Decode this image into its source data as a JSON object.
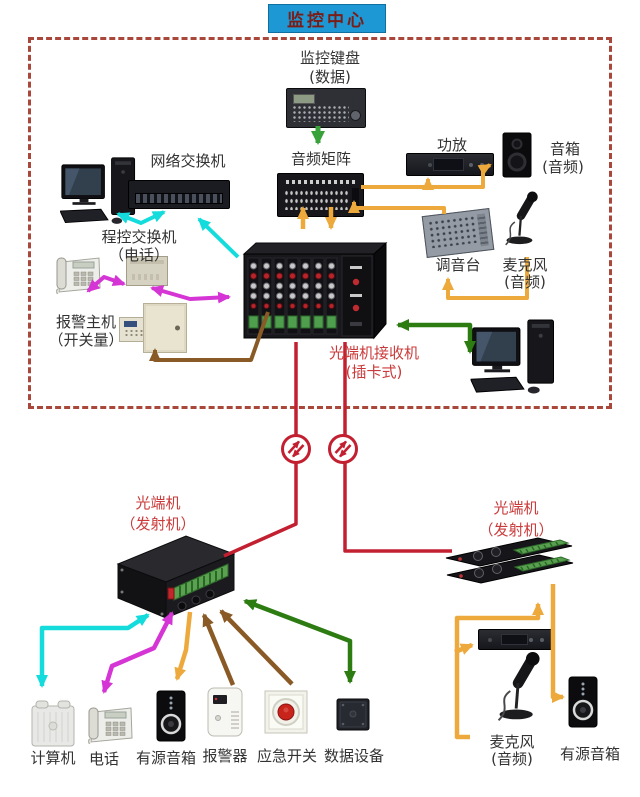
{
  "title": "监控中心",
  "nodes": {
    "keyboard": {
      "label": "监控键盘",
      "sub": "(数据)"
    },
    "network_switch": {
      "label": "网络交换机"
    },
    "audio_matrix": {
      "label": "音频矩阵"
    },
    "amplifier": {
      "label": "功放"
    },
    "speaker_top": {
      "label": "音箱",
      "sub": "(音频)"
    },
    "pbx": {
      "label": "程控交换机",
      "sub": "（电话）"
    },
    "mixer": {
      "label": "调音台"
    },
    "mic_top": {
      "label": "麦克风",
      "sub": "(音频)"
    },
    "alarm_host": {
      "label": "报警主机",
      "sub": "（开关量）"
    },
    "receiver": {
      "label": "光端机接收机",
      "sub": "(插卡式)"
    },
    "tx_left": {
      "label": "光端机",
      "sub": "（发射机）"
    },
    "tx_right": {
      "label": "光端机",
      "sub": "（发射机）"
    },
    "computer_bottom": {
      "label": "计算机"
    },
    "phone_bottom": {
      "label": "电话"
    },
    "speaker_bottom": {
      "label": "有源音箱"
    },
    "alarm_bottom": {
      "label": "报警器"
    },
    "em_switch_bottom": {
      "label": "应急开关"
    },
    "data_bottom": {
      "label": "数据设备"
    },
    "mic_bottom": {
      "label": "麦克风",
      "sub": "(音频)"
    },
    "speaker_bottom_right": {
      "label": "有源音箱"
    }
  },
  "icons": {
    "fiber_break": "cable-break-circle"
  },
  "colors": {
    "title_bg": "#1e98d4",
    "title_text": "#7a1d17",
    "title_border": "#0f6f9f",
    "dash_border": "#a8473a",
    "label_red": "#cb3a3a",
    "label_dark": "#333333",
    "arrow_cyan": "#14dcdc",
    "arrow_magenta": "#d435d4",
    "arrow_orange": "#eda93c",
    "arrow_brown": "#8a5a26",
    "arrow_green": "#3aa23a",
    "arrow_dkgreen": "#2d7c12",
    "fiber_red": "#c22030"
  }
}
